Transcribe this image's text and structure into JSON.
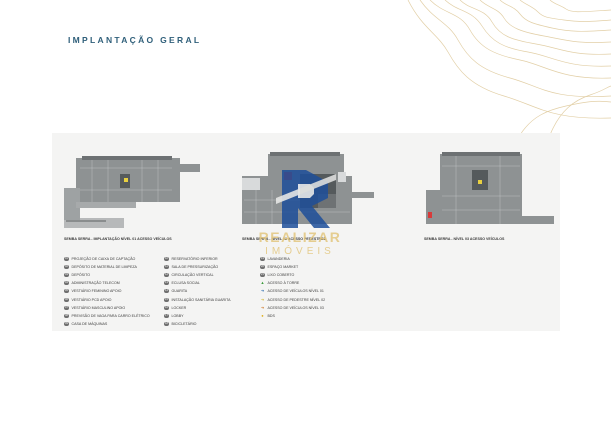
{
  "page": {
    "title": "IMPLANTAÇÃO GERAL"
  },
  "plans": [
    {
      "caption": "SEMBA SERRA - IMPLANTAÇÃO NÍVEL 01 ACESSO VEÍCULOS"
    },
    {
      "caption": "SEMBA SERRA - NÍVEL 02 ACESSO PEDESTRES"
    },
    {
      "caption": "SEMBA SERRA - NÍVEL 03 ACESSO VEÍCULOS"
    }
  ],
  "legend_col1": [
    {
      "num": "01",
      "label": "PROJEÇÃO DE CAIXA DE CAPTAÇÃO"
    },
    {
      "num": "02",
      "label": "DEPÓSITO DE MATERIAL DE LIMPEZA"
    },
    {
      "num": "03",
      "label": "DEPÓSITO"
    },
    {
      "num": "04",
      "label": "ADMINISTRAÇÃO TELECOM"
    },
    {
      "num": "05",
      "label": "VESTIÁRIO FEMININO APOIO"
    },
    {
      "num": "06",
      "label": "VESTIÁRIO PCD APOIO"
    },
    {
      "num": "07",
      "label": "VESTIÁRIO MASCULINO APOIO"
    },
    {
      "num": "08",
      "label": "PREVISÃO DE VAGA PARA CARRO ELÉTRICO"
    },
    {
      "num": "09",
      "label": "CASA DE MÁQUINAS"
    }
  ],
  "legend_col2": [
    {
      "num": "10",
      "label": "RESERVATÓRIO INFERIOR"
    },
    {
      "num": "11",
      "label": "SALA DE PRESSURIZAÇÃO"
    },
    {
      "num": "12",
      "label": "CIRCULAÇÃO VERTICAL"
    },
    {
      "num": "13",
      "label": "ECLUSA SOCIAL"
    },
    {
      "num": "14",
      "label": "GUARITA"
    },
    {
      "num": "15",
      "label": "INSTALAÇÃO SANITÁRIA GUARITA"
    },
    {
      "num": "16",
      "label": "LOCKER"
    },
    {
      "num": "17",
      "label": "LOBBY"
    },
    {
      "num": "18",
      "label": "BICICLETÁRIO"
    }
  ],
  "legend_col3": [
    {
      "num": "19",
      "symbol": "",
      "color": "#6f6f6f",
      "label": "LAVANDERIA"
    },
    {
      "num": "20",
      "symbol": "",
      "color": "#6f6f6f",
      "label": "ESPAÇO MARKET"
    },
    {
      "num": "21",
      "symbol": "",
      "color": "#6f6f6f",
      "label": "LIXO COBERTO"
    },
    {
      "num": "",
      "symbol": "▲",
      "color": "#3a9a3a",
      "label": "ACESSO À TORRE"
    },
    {
      "num": "",
      "symbol": "➜",
      "color": "#2f6fb0",
      "label": "ACESSO DE VEÍCULOS NÍVEL 01"
    },
    {
      "num": "",
      "symbol": "➜",
      "color": "#d4b93a",
      "label": "ACESSO DE PEDESTRE NÍVEL 02"
    },
    {
      "num": "",
      "symbol": "➜",
      "color": "#d07a2a",
      "label": "ACESSO DE VEÍCULOS NÍVEL 03"
    },
    {
      "num": "",
      "symbol": "●",
      "color": "#e0b020",
      "label": "BDS"
    }
  ],
  "watermark": {
    "brand": "REALIZAR",
    "sub": "IMÓVEIS"
  },
  "colors": {
    "title": "#2f5f7a",
    "plan_fill": "#8e9293",
    "plan_dark": "#555a5c",
    "accent_red": "#d83a3a",
    "accent_yellow": "#e8d040",
    "watermark_blue": "#1e4f9a",
    "watermark_gold": "#e3c77f"
  }
}
